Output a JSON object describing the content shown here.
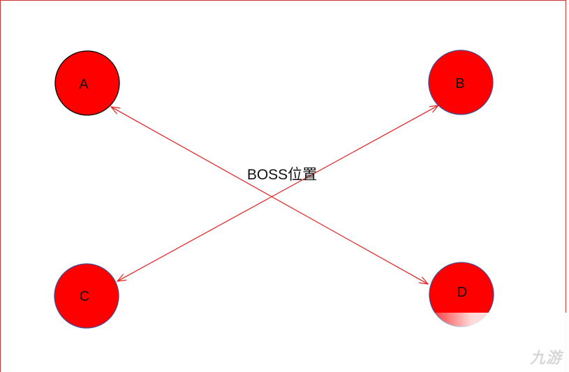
{
  "diagram": {
    "center_label": "BOSS位置",
    "nodes": [
      {
        "id": "A",
        "label": "A"
      },
      {
        "id": "B",
        "label": "B"
      },
      {
        "id": "C",
        "label": "C"
      },
      {
        "id": "D",
        "label": "D"
      }
    ],
    "edges": [
      {
        "from": "D",
        "to": "A",
        "style": "double-arrow"
      },
      {
        "from": "C",
        "to": "B",
        "style": "double-arrow"
      }
    ],
    "colors": {
      "node_fill": "#ff0000",
      "node_stroke": "#4a4a8c",
      "node_a_stroke": "#000000",
      "arrow": "#e03030",
      "frame": "#cc3333"
    }
  },
  "watermark": {
    "icon": "jiuyou-logo",
    "text": "九游"
  }
}
